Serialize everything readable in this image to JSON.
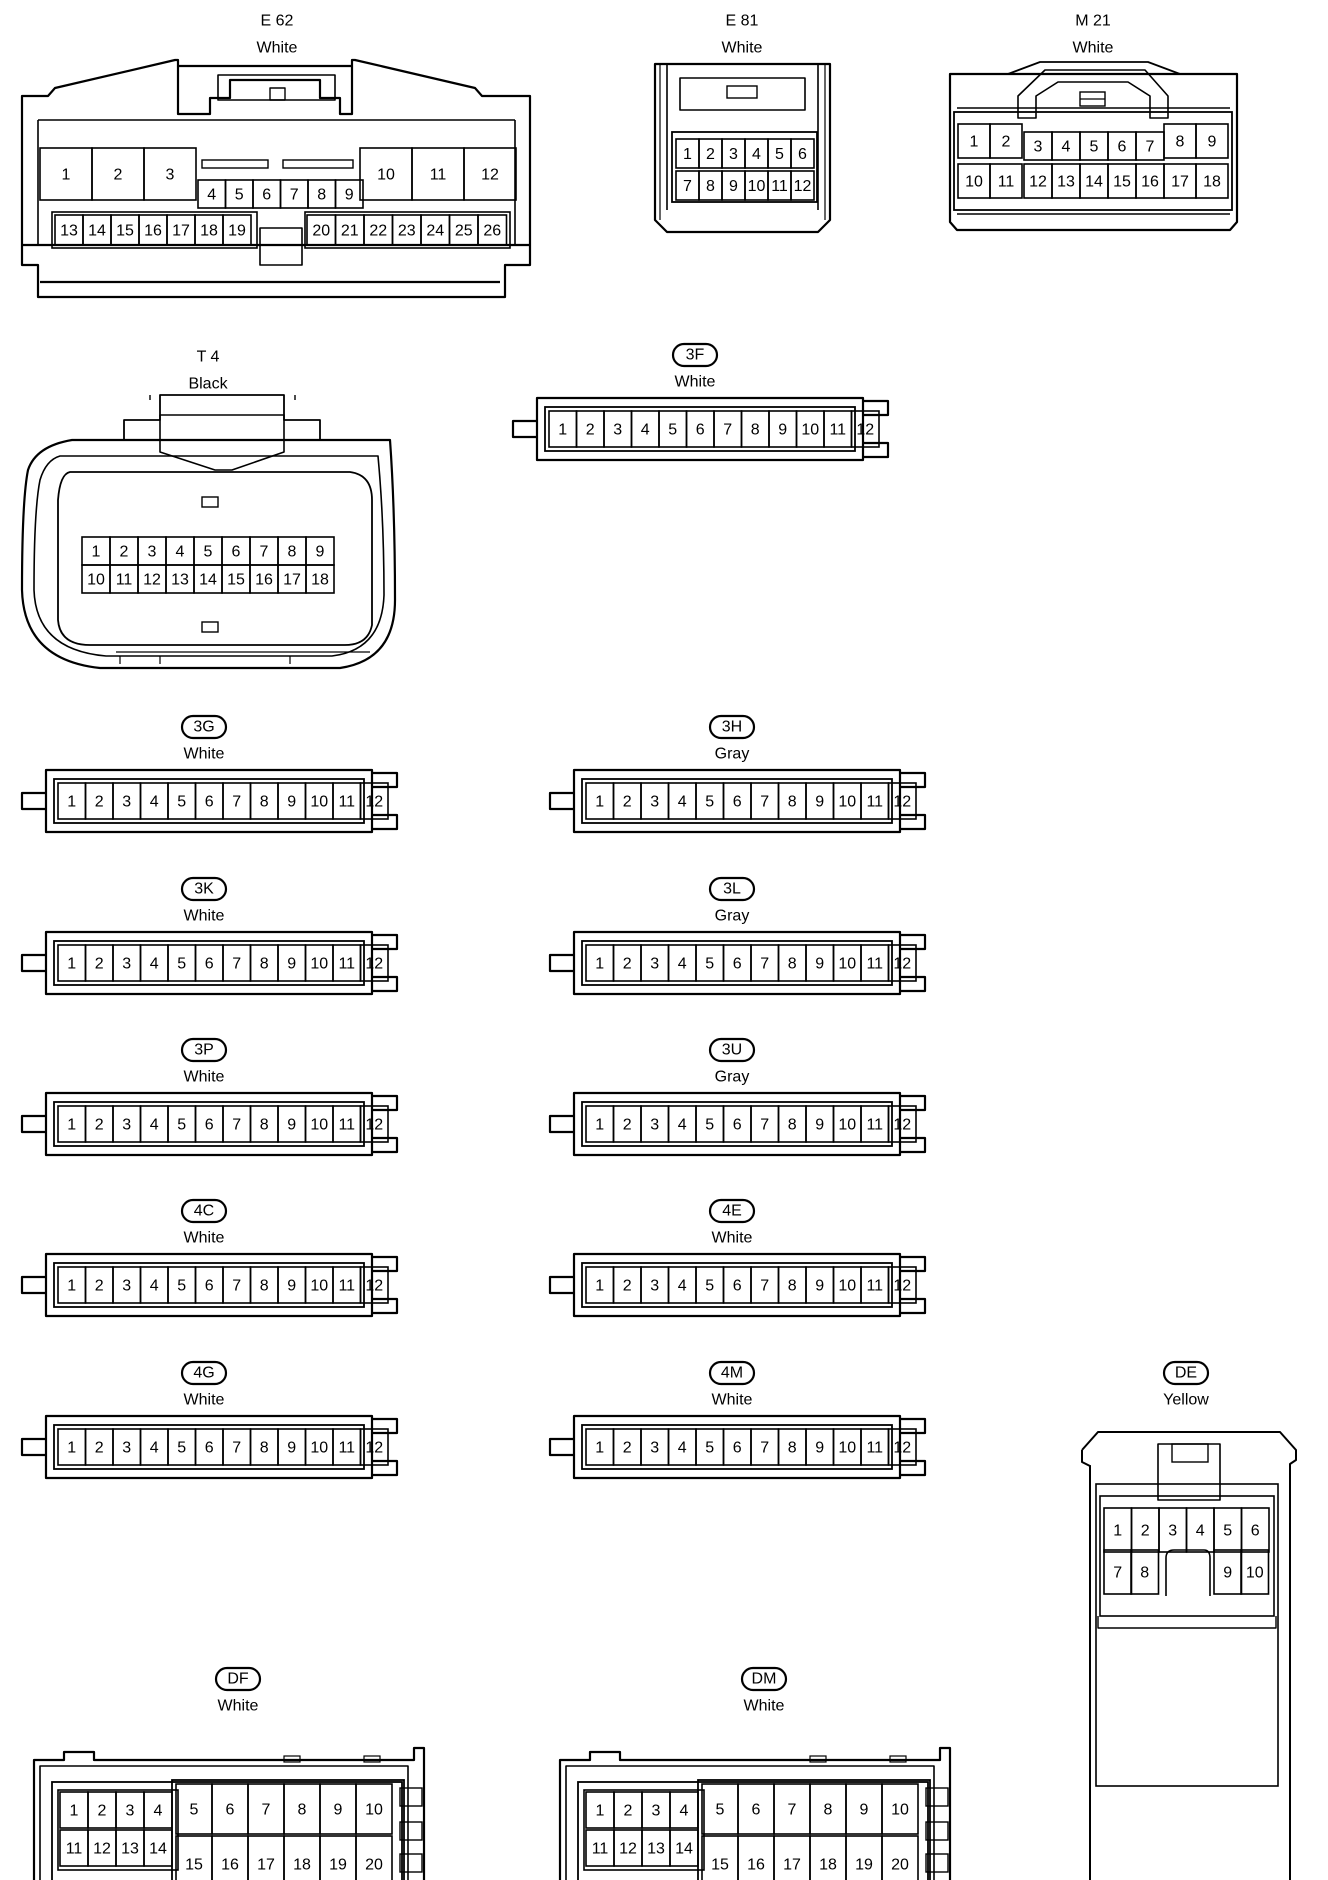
{
  "connectors": {
    "E62": {
      "id": "E 62",
      "color": "White",
      "pins": [
        "1",
        "2",
        "3",
        "4",
        "5",
        "6",
        "7",
        "8",
        "9",
        "10",
        "11",
        "12",
        "13",
        "14",
        "15",
        "16",
        "17",
        "18",
        "19",
        "20",
        "21",
        "22",
        "23",
        "24",
        "25",
        "26"
      ]
    },
    "E81": {
      "id": "E 81",
      "color": "White",
      "pins": [
        "1",
        "2",
        "3",
        "4",
        "5",
        "6",
        "7",
        "8",
        "9",
        "10",
        "11",
        "12"
      ]
    },
    "M21": {
      "id": "M 21",
      "color": "White",
      "pins": [
        "1",
        "2",
        "3",
        "4",
        "5",
        "6",
        "7",
        "8",
        "9",
        "10",
        "11",
        "12",
        "13",
        "14",
        "15",
        "16",
        "17",
        "18"
      ]
    },
    "T4": {
      "id": "T 4",
      "color": "Black",
      "pins": [
        "1",
        "2",
        "3",
        "4",
        "5",
        "6",
        "7",
        "8",
        "9",
        "10",
        "11",
        "12",
        "13",
        "14",
        "15",
        "16",
        "17",
        "18"
      ]
    },
    "3F": {
      "id": "3F",
      "color": "White",
      "pins": [
        "1",
        "2",
        "3",
        "4",
        "5",
        "6",
        "7",
        "8",
        "9",
        "10",
        "11",
        "12"
      ]
    },
    "3G": {
      "id": "3G",
      "color": "White",
      "pins": [
        "1",
        "2",
        "3",
        "4",
        "5",
        "6",
        "7",
        "8",
        "9",
        "10",
        "11",
        "12"
      ]
    },
    "3H": {
      "id": "3H",
      "color": "Gray",
      "pins": [
        "1",
        "2",
        "3",
        "4",
        "5",
        "6",
        "7",
        "8",
        "9",
        "10",
        "11",
        "12"
      ]
    },
    "3K": {
      "id": "3K",
      "color": "White",
      "pins": [
        "1",
        "2",
        "3",
        "4",
        "5",
        "6",
        "7",
        "8",
        "9",
        "10",
        "11",
        "12"
      ]
    },
    "3L": {
      "id": "3L",
      "color": "Gray",
      "pins": [
        "1",
        "2",
        "3",
        "4",
        "5",
        "6",
        "7",
        "8",
        "9",
        "10",
        "11",
        "12"
      ]
    },
    "3P": {
      "id": "3P",
      "color": "White",
      "pins": [
        "1",
        "2",
        "3",
        "4",
        "5",
        "6",
        "7",
        "8",
        "9",
        "10",
        "11",
        "12"
      ]
    },
    "3U": {
      "id": "3U",
      "color": "Gray",
      "pins": [
        "1",
        "2",
        "3",
        "4",
        "5",
        "6",
        "7",
        "8",
        "9",
        "10",
        "11",
        "12"
      ]
    },
    "4C": {
      "id": "4C",
      "color": "White",
      "pins": [
        "1",
        "2",
        "3",
        "4",
        "5",
        "6",
        "7",
        "8",
        "9",
        "10",
        "11",
        "12"
      ]
    },
    "4E": {
      "id": "4E",
      "color": "White",
      "pins": [
        "1",
        "2",
        "3",
        "4",
        "5",
        "6",
        "7",
        "8",
        "9",
        "10",
        "11",
        "12"
      ]
    },
    "4G": {
      "id": "4G",
      "color": "White",
      "pins": [
        "1",
        "2",
        "3",
        "4",
        "5",
        "6",
        "7",
        "8",
        "9",
        "10",
        "11",
        "12"
      ]
    },
    "4M": {
      "id": "4M",
      "color": "White",
      "pins": [
        "1",
        "2",
        "3",
        "4",
        "5",
        "6",
        "7",
        "8",
        "9",
        "10",
        "11",
        "12"
      ]
    },
    "DE": {
      "id": "DE",
      "color": "Yellow",
      "pins": [
        "1",
        "2",
        "3",
        "4",
        "5",
        "6",
        "7",
        "8",
        "9",
        "10"
      ]
    },
    "DF": {
      "id": "DF",
      "color": "White",
      "pins": [
        "1",
        "2",
        "3",
        "4",
        "5",
        "6",
        "7",
        "8",
        "9",
        "10",
        "11",
        "12",
        "13",
        "14",
        "15",
        "16",
        "17",
        "18",
        "19",
        "20"
      ]
    },
    "DM": {
      "id": "DM",
      "color": "White",
      "pins": [
        "1",
        "2",
        "3",
        "4",
        "5",
        "6",
        "7",
        "8",
        "9",
        "10",
        "11",
        "12",
        "13",
        "14",
        "15",
        "16",
        "17",
        "18",
        "19",
        "20"
      ]
    }
  }
}
